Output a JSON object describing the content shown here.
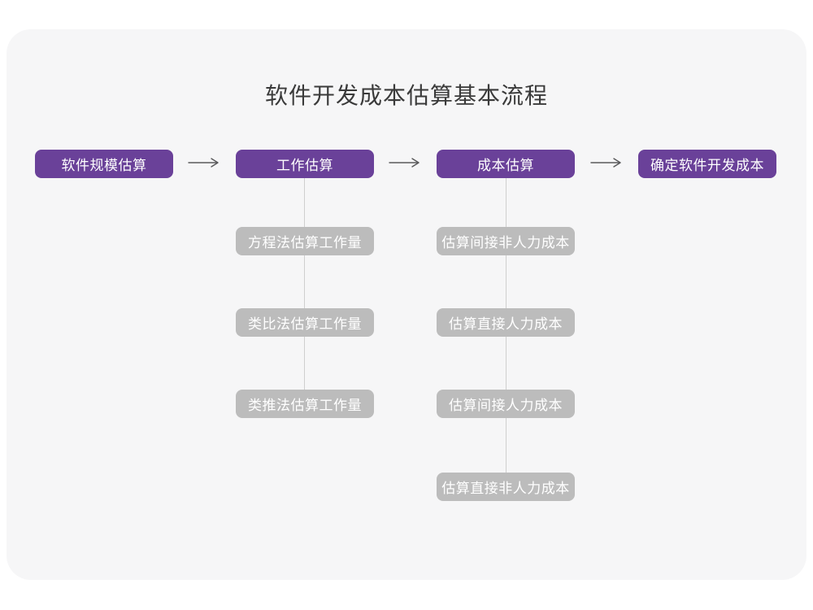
{
  "title": "软件开发成本估算基本流程",
  "palette": {
    "stage_fill": "#6A4199",
    "sub_fill": "#BCBCBC",
    "node_text": "#FFFFFF",
    "arrow": "#58585A",
    "connector_line": "#CFCFCF",
    "canvas_card": "#F6F6F7",
    "page_background": "#FFFFFF",
    "title_text": "#3A3A3A"
  },
  "flow": {
    "stages": [
      {
        "label": "软件规模估算"
      },
      {
        "label": "工作估算"
      },
      {
        "label": "成本估算"
      },
      {
        "label": "确定软件开发成本"
      }
    ],
    "work_methods": [
      "方程法估算工作量",
      "类比法估算工作量",
      "类推法估算工作量"
    ],
    "cost_steps": [
      "估算间接非人力成本",
      "估算直接人力成本",
      "估算间接人力成本",
      "估算直接非人力成本"
    ]
  }
}
